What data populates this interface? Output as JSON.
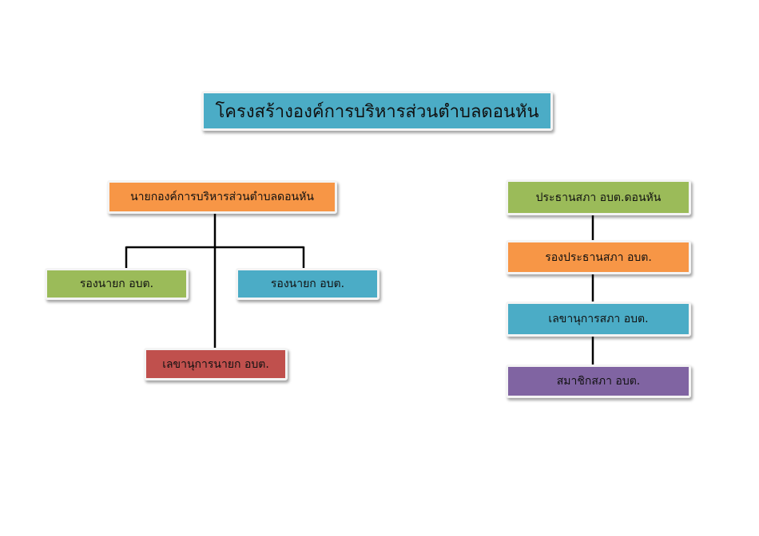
{
  "title": "โครงสร้างองค์การบริหารส่วนตำบลดอนหัน",
  "executive": {
    "head": "นายกองค์การบริหารส่วนตำบลดอนหัน",
    "deputy_left": "รองนายก อบต.",
    "deputy_right": "รองนายก อบต.",
    "secretary": "เลขานุการนายก อบต."
  },
  "council": {
    "chairman": "ประธานสภา อบต.ดอนหัน",
    "vice_chairman": "รองประธานสภา อบต.",
    "secretary": "เลขานุการสภา อบต.",
    "members": "สมาชิกสภา อบต."
  },
  "colors": {
    "title_fill": "#4bacc6",
    "head_fill": "#f79646",
    "deputy_left_fill": "#9bbb59",
    "deputy_right_fill": "#4bacc6",
    "secretary_fill": "#c0504d",
    "chairman_fill": "#9bbb59",
    "vice_chairman_fill": "#f79646",
    "council_secretary_fill": "#4bacc6",
    "members_fill": "#8064a2",
    "connector": "#000000"
  }
}
